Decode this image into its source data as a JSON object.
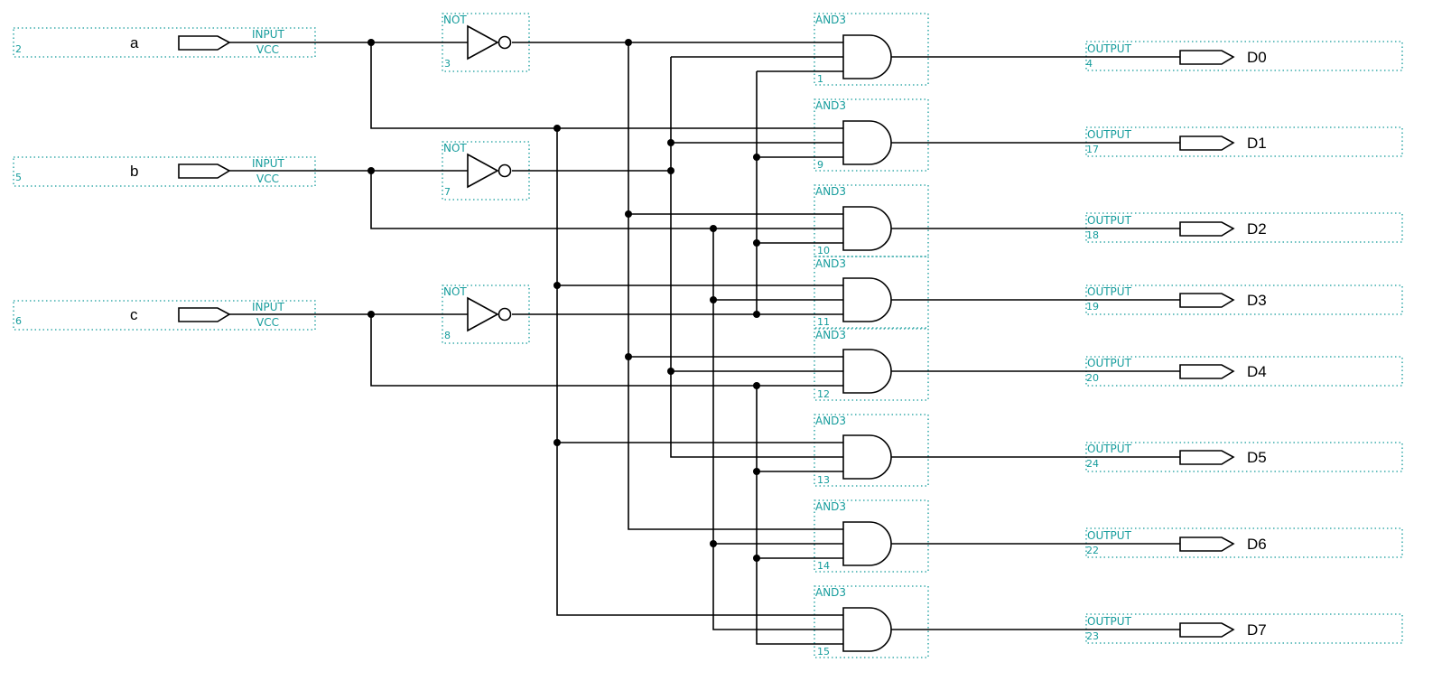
{
  "inputs": [
    {
      "name": "a",
      "pin_number": "2",
      "type_label": "INPUT",
      "default_label": "VCC"
    },
    {
      "name": "b",
      "pin_number": "5",
      "type_label": "INPUT",
      "default_label": "VCC"
    },
    {
      "name": "c",
      "pin_number": "6",
      "type_label": "INPUT",
      "default_label": "VCC"
    }
  ],
  "inverters": [
    {
      "type_label": "NOT",
      "instance_number": "3"
    },
    {
      "type_label": "NOT",
      "instance_number": "7"
    },
    {
      "type_label": "NOT",
      "instance_number": "8"
    }
  ],
  "and_gates": [
    {
      "type_label": "AND3",
      "instance_number": "1"
    },
    {
      "type_label": "AND3",
      "instance_number": "9"
    },
    {
      "type_label": "AND3",
      "instance_number": "10"
    },
    {
      "type_label": "AND3",
      "instance_number": "11"
    },
    {
      "type_label": "AND3",
      "instance_number": "12"
    },
    {
      "type_label": "AND3",
      "instance_number": "13"
    },
    {
      "type_label": "AND3",
      "instance_number": "14"
    },
    {
      "type_label": "AND3",
      "instance_number": "15"
    }
  ],
  "outputs": [
    {
      "name": "D0",
      "type_label": "OUTPUT",
      "pin_number": "4"
    },
    {
      "name": "D1",
      "type_label": "OUTPUT",
      "pin_number": "17"
    },
    {
      "name": "D2",
      "type_label": "OUTPUT",
      "pin_number": "18"
    },
    {
      "name": "D3",
      "type_label": "OUTPUT",
      "pin_number": "19"
    },
    {
      "name": "D4",
      "type_label": "OUTPUT",
      "pin_number": "20"
    },
    {
      "name": "D5",
      "type_label": "OUTPUT",
      "pin_number": "24"
    },
    {
      "name": "D6",
      "type_label": "OUTPUT",
      "pin_number": "22"
    },
    {
      "name": "D7",
      "type_label": "OUTPUT",
      "pin_number": "23"
    }
  ],
  "colors": {
    "annotation": "#159c9c",
    "wire": "#000000",
    "background": "#ffffff"
  }
}
